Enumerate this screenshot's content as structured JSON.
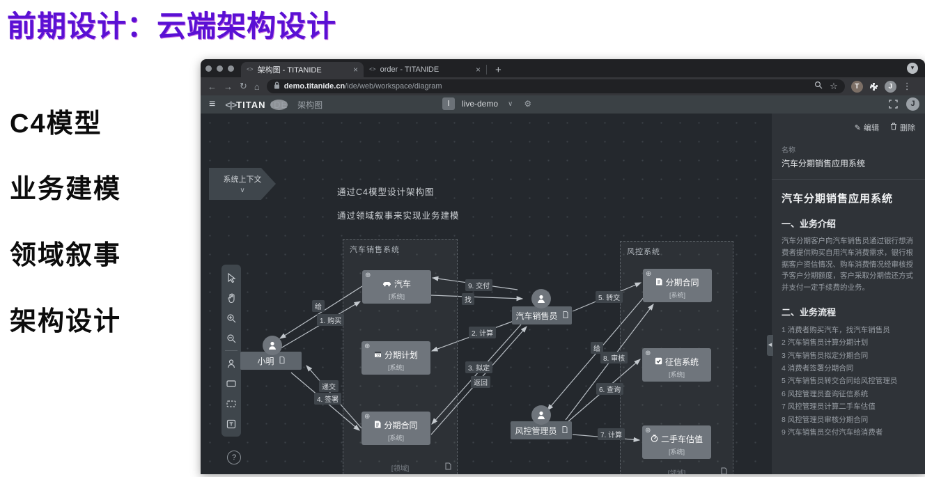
{
  "slide": {
    "title": "前期设计：云端架构设计",
    "keywords": [
      "C4模型",
      "业务建模",
      "领域叙事",
      "架构设计"
    ],
    "accent_color": "#5a10d4"
  },
  "browser": {
    "tabs": [
      {
        "label": "架构图 - TITANIDE",
        "favicon": "<>",
        "close": "×"
      },
      {
        "label": "order - TITANIDE",
        "favicon": "<>",
        "close": "×"
      }
    ],
    "new_tab": "+",
    "tab_chevron": "▾",
    "nav": {
      "back": "←",
      "forward": "→",
      "reload": "↻",
      "home": "⌂"
    },
    "url": {
      "host": "demo.titanide.cn",
      "path": "/ide/web/workspace/diagram"
    },
    "star": "☆",
    "extension_initial": "T",
    "profile_initial": "J",
    "more": "⋮"
  },
  "appbar": {
    "menu": "≡",
    "logo_mark": "<|>",
    "logo_bold": "TITAN",
    "logo_light": "IDE",
    "doc_title": "架构图",
    "workspace_initial": "l",
    "workspace_name": "live-demo",
    "chevron": "∨",
    "gear": "⚙",
    "avatar_initial": "J"
  },
  "canvas": {
    "breadcrumb": {
      "label": "系统上下文",
      "chevron": "∨"
    },
    "notes": [
      "通过C4模型设计架构图",
      "通过领域叙事来实现业务建模"
    ],
    "groups": [
      {
        "title": "汽车销售系统",
        "footer": "[领域]"
      },
      {
        "title": "风控系统",
        "footer": "[领域]"
      }
    ],
    "expand_glyph": "⊕",
    "nodes": [
      {
        "title": "汽车",
        "subtitle": "[系统]",
        "icon": "car-icon"
      },
      {
        "title": "分期计划",
        "subtitle": "[系统]",
        "icon": "calendar-icon"
      },
      {
        "title": "分期合同",
        "subtitle": "[系统]",
        "icon": "document-icon"
      },
      {
        "title": "分期合同",
        "subtitle": "[系统]",
        "icon": "document-icon"
      },
      {
        "title": "征信系统",
        "subtitle": "[系统]",
        "icon": "checkbox-icon"
      },
      {
        "title": "二手车估值",
        "subtitle": "[系统]",
        "icon": "gauge-icon"
      }
    ],
    "actors": [
      {
        "name": "小明"
      },
      {
        "name": "汽车销售员"
      },
      {
        "name": "风控管理员"
      }
    ],
    "edge_labels": [
      "给",
      "1. 购买",
      "递交",
      "4. 签署",
      "9. 交付",
      "找",
      "2. 计算",
      "3. 拟定",
      "返回",
      "5. 转交",
      "给",
      "8. 审核",
      "6. 查询",
      "7. 计算"
    ],
    "help": "?"
  },
  "panel": {
    "edit": "编辑",
    "delete": "删除",
    "edit_icon": "✎",
    "name_label": "名称",
    "name_value": "汽车分期销售应用系统",
    "title": "汽车分期销售应用系统",
    "section_intro": "一、业务介绍",
    "intro": "汽车分期客户向汽车销售员通过银行想消费者提供购买自用汽车消费需求，银行根据客户资信情况、购车消费情况经审核授予客户分期额度，客户采取分期偿还方式并支付一定手续费的业务。",
    "section_flow": "二、业务流程",
    "flow": [
      "1 消费者购买汽车，找汽车销售员",
      "2 汽车销售员计算分期计划",
      "3 汽车销售员拟定分期合同",
      "4 消费者签署分期合同",
      "5 汽车销售员转交合同给风控管理员",
      "6 风控管理员查询征信系统",
      "7 风控管理员计算二手车估值",
      "8 风控管理员审核分期合同",
      "9 汽车销售员交付汽车给消费者"
    ],
    "collapse": "◀"
  }
}
